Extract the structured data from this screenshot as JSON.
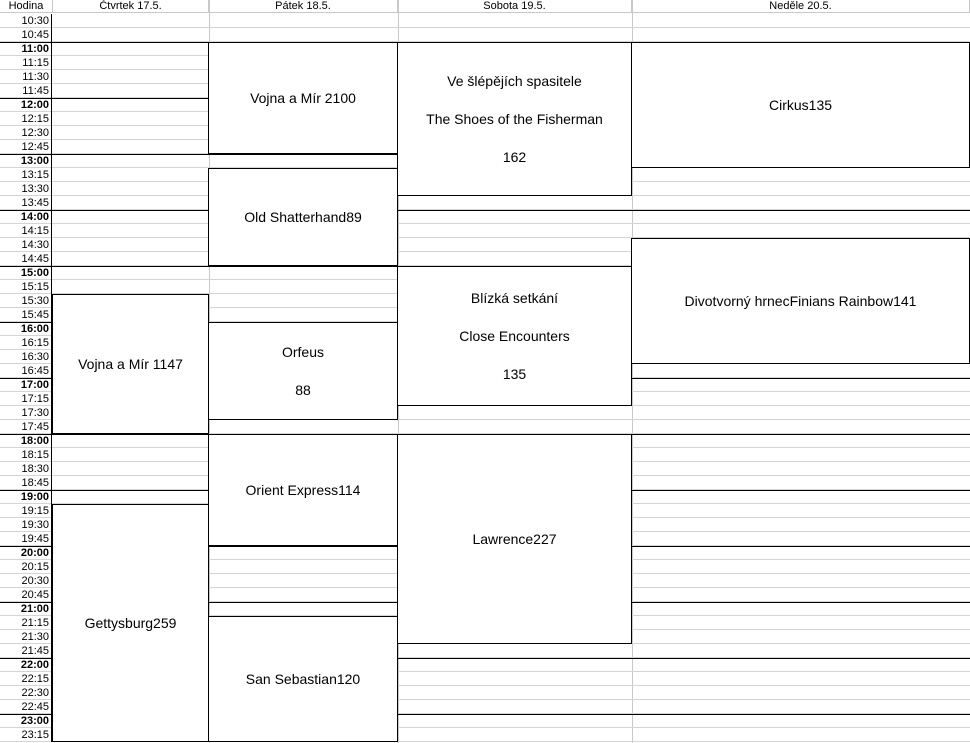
{
  "header": {
    "corner": "Hodina",
    "days": [
      "Čtvrtek 17.5.",
      "Pátek 18.5.",
      "Sobota 19.5.",
      "Neděle 20.5."
    ]
  },
  "times": [
    "10:30",
    "10:45",
    "11:00",
    "11:15",
    "11:30",
    "11:45",
    "12:00",
    "12:15",
    "12:30",
    "12:45",
    "13:00",
    "13:15",
    "13:30",
    "13:45",
    "14:00",
    "14:15",
    "14:30",
    "14:45",
    "15:00",
    "15:15",
    "15:30",
    "15:45",
    "16:00",
    "16:15",
    "16:30",
    "16:45",
    "17:00",
    "17:15",
    "17:30",
    "17:45",
    "18:00",
    "18:15",
    "18:30",
    "18:45",
    "19:00",
    "19:15",
    "19:30",
    "19:45",
    "20:00",
    "20:15",
    "20:30",
    "20:45",
    "21:00",
    "21:15",
    "21:30",
    "21:45",
    "22:00",
    "22:15",
    "22:30",
    "22:45",
    "23:00",
    "23:15"
  ],
  "events": [
    {
      "day": 1,
      "start": "11:00",
      "end": "12:45",
      "lines": [
        "Vojna a Mír 2100"
      ]
    },
    {
      "day": 1,
      "start": "13:15",
      "end": "14:45",
      "lines": [
        "Old Shatterhand89"
      ]
    },
    {
      "day": 1,
      "start": "16:00",
      "end": "17:30",
      "lines": [
        "Orfeus",
        "88"
      ]
    },
    {
      "day": 1,
      "start": "18:00",
      "end": "19:45",
      "lines": [
        "Orient Express114"
      ]
    },
    {
      "day": 1,
      "start": "21:15",
      "end": "23:15",
      "lines": [
        "San Sebastian120"
      ]
    },
    {
      "day": 0,
      "start": "15:30",
      "end": "17:45",
      "lines": [
        "Vojna a Mír 1147"
      ]
    },
    {
      "day": 0,
      "start": "19:15",
      "end": "23:15",
      "lines": [
        "Gettysburg259"
      ]
    },
    {
      "day": 2,
      "start": "11:00",
      "end": "13:30",
      "lines": [
        "Ve šlépějích spasitele",
        "The Shoes of the Fisherman",
        "162"
      ]
    },
    {
      "day": 2,
      "start": "15:00",
      "end": "17:15",
      "lines": [
        "Blízká setkání",
        "Close Encounters",
        "135"
      ]
    },
    {
      "day": 2,
      "start": "18:00",
      "end": "21:30",
      "lines": [
        "Lawrence227"
      ]
    },
    {
      "day": 3,
      "start": "11:00",
      "end": "13:00",
      "lines": [
        "Cirkus135"
      ]
    },
    {
      "day": 3,
      "start": "14:30",
      "end": "16:30",
      "lines": [
        "Divotvorný hrnecFinians Rainbow141"
      ]
    }
  ]
}
